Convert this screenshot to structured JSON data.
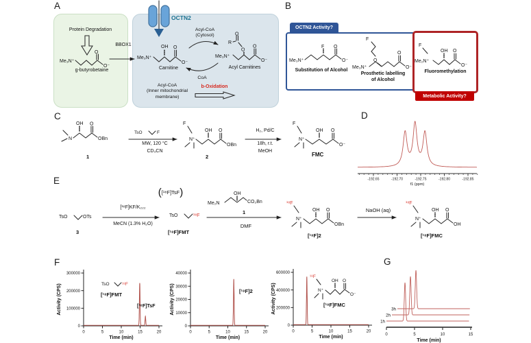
{
  "panels": {
    "a": "A",
    "b": "B",
    "c": "C",
    "d": "D",
    "e": "E",
    "f": "F",
    "g": "G"
  },
  "panelA": {
    "protein_degradation": "Protein Degradation",
    "bbox1": "BBOX1",
    "octn2": "OCTN2",
    "gbb": {
      "n": "Me₃N⁺",
      "o": "O",
      "om": "O⁻",
      "name": "g-butyrobetaine"
    },
    "carnitine": {
      "n": "Me₃N⁺",
      "oh": "OH",
      "o": "O",
      "om": "O⁻",
      "name": "Carnitine"
    },
    "acyl_cytosol_1": "Acyl-CoA",
    "acyl_cytosol_2": "(Cytosol)",
    "acylcarnitine": {
      "r": "R",
      "o_top": "O",
      "o_ester": "O",
      "n": "Me₃N⁺",
      "o": "O",
      "om": "O⁻",
      "name": "Acyl Carnitines"
    },
    "coa": "CoA",
    "acyl_inner_1": "Acyl-CoA",
    "acyl_inner_2": "(Inner mitochondrial",
    "acyl_inner_3": "membrane)",
    "boxidation": "b-Oxidation"
  },
  "panelB": {
    "octn2_tab": "OCTN2 Activity?",
    "metabolic_tab": "Metabolic Activity?",
    "s1": {
      "n": "Me₃N⁺",
      "f": "F",
      "o": "O",
      "om": "O⁻",
      "name": "Substitution of Alcohol"
    },
    "s2": {
      "f": "F",
      "o_link": "O",
      "n": "Me₃N⁺",
      "o": "O",
      "om": "O⁻",
      "name1": "Prosthetic labelling",
      "name2": "of Alcohol"
    },
    "s3": {
      "f": "F",
      "n": "Me₂N⁺",
      "oh": "OH",
      "o": "O",
      "om": "O⁻",
      "name": "Fluoromethylation"
    }
  },
  "panelC": {
    "s1": {
      "n": "N",
      "oh": "OH",
      "o": "O",
      "obn": "OBn",
      "num": "1"
    },
    "arrow1": {
      "tso": "TsO",
      "f": "F",
      "cond1": "MW, 120 °C",
      "cond2": "CD₃CN"
    },
    "s2": {
      "f": "F",
      "n": "N⁺",
      "oh": "OH",
      "o": "O",
      "obn": "OBn",
      "num": "2"
    },
    "arrow2": {
      "cond0": "H₂, Pd/C",
      "cond1": "18h, r.t.",
      "cond2": "MeOH"
    },
    "s3": {
      "f": "F",
      "n": "N⁺",
      "oh": "OH",
      "o": "O",
      "om": "O⁻",
      "name": "FMC"
    }
  },
  "panelE": {
    "s3": {
      "tso": "TsO",
      "ots": "OTs",
      "num": "3"
    },
    "arrow1": {
      "above": "[¹⁸F]KF/K₂₂₂",
      "below": "MeCN (1.3% H₂O)"
    },
    "byproduct": {
      "open": "(",
      "text": "[¹⁸F]TsF",
      "close": ")"
    },
    "fmt": {
      "tso": "TsO",
      "f18": "¹⁸F",
      "name": "[¹⁸F]FMT"
    },
    "cmpd1": {
      "n": "Me₂N",
      "oh": "OH",
      "co2bn": "CO₂Bn",
      "num": "1"
    },
    "arrow2": {
      "below": "DMF"
    },
    "f2": {
      "f18": "¹⁸F",
      "n": "N⁺",
      "oh": "OH",
      "o": "O",
      "obn": "OBn",
      "name": "[¹⁸F]2"
    },
    "arrow3": {
      "above": "NaOH (aq)"
    },
    "fmc": {
      "f18": "¹⁸F",
      "n": "N⁺",
      "oh": "OH",
      "o": "O",
      "oh2": "OH",
      "name": "[¹⁸F]FMC"
    }
  },
  "panelF": {
    "inset1": {
      "tso": "TsO",
      "f18": "¹⁸F"
    },
    "inset3": {
      "f18": "¹⁸F",
      "n": "N⁺",
      "oh": "OH",
      "o": "O",
      "om": "O⁻"
    }
  },
  "chart_data": [
    {
      "id": "nmr-19f",
      "panel": "D",
      "type": "line",
      "description": "19F NMR spectrum of FMC showing a triplet",
      "xlabel": "f1 (ppm)",
      "xlim": [
        -192.6,
        -192.875
      ],
      "x_reversed": true,
      "x_ticks": [
        -192.65,
        -192.7,
        -192.75,
        -192.8,
        -192.85
      ],
      "peak_halfwidth_ppm": 0.005,
      "peaks": [
        {
          "ppm": -192.717,
          "rel_intensity": 0.8
        },
        {
          "ppm": -192.738,
          "rel_intensity": 1.0
        },
        {
          "ppm": -192.759,
          "rel_intensity": 0.8
        }
      ],
      "color": "#c05a55"
    },
    {
      "id": "radio-hplc-fmt",
      "panel": "F",
      "type": "chromatogram",
      "xlabel": "Time (min)",
      "ylabel": "Activity (CPS)",
      "xlim": [
        0,
        20
      ],
      "ylim": [
        0,
        300000
      ],
      "x_ticks": [
        0,
        5,
        10,
        15,
        20
      ],
      "y_ticks": [
        0,
        100000,
        200000,
        300000
      ],
      "peaks": [
        {
          "time_min": 14.9,
          "activity_cps": 240000,
          "label": "[¹⁸F]FMT"
        },
        {
          "time_min": 16.4,
          "activity_cps": 52000,
          "label": "[¹⁸F]TsF"
        }
      ],
      "color": "#b2544e"
    },
    {
      "id": "radio-hplc-2",
      "panel": "F",
      "type": "chromatogram",
      "xlabel": "Time (min)",
      "ylabel": "Activity (CPS)",
      "xlim": [
        0,
        20
      ],
      "ylim": [
        0,
        40000
      ],
      "x_ticks": [
        0,
        5,
        10,
        15,
        20
      ],
      "y_ticks": [
        0,
        10000,
        20000,
        30000,
        40000
      ],
      "peaks": [
        {
          "time_min": 11.6,
          "activity_cps": 35000,
          "label": "[¹⁸F]2"
        }
      ],
      "color": "#b2544e"
    },
    {
      "id": "radio-hplc-fmc",
      "panel": "F",
      "type": "chromatogram",
      "xlabel": "Time (min)",
      "ylabel": "Activity (CPS)",
      "xlim": [
        0,
        20
      ],
      "ylim": [
        0,
        600000
      ],
      "x_ticks": [
        0,
        5,
        10,
        15,
        20
      ],
      "y_ticks": [
        0,
        200000,
        400000,
        600000
      ],
      "peaks": [
        {
          "time_min": 3.6,
          "activity_cps": 545000,
          "label": "[¹⁸F]FMC"
        }
      ],
      "color": "#b2544e"
    },
    {
      "id": "stability-hplc",
      "panel": "G",
      "type": "chromatogram-waterfall",
      "xlabel": "Time (min)",
      "xlim": [
        0,
        15
      ],
      "x_ticks": [
        0,
        5,
        10,
        15
      ],
      "peak_time_min": 3.3,
      "traces": [
        {
          "label": "1h"
        },
        {
          "label": "2h"
        },
        {
          "label": "3h"
        }
      ],
      "color": "#c0615c"
    }
  ],
  "colors": {
    "f18_red": "#d93a30",
    "boxidation_red": "#d6281e",
    "octn2_teal": "#1b7291",
    "panelB_blue": "#2f5597",
    "panelB_red": "#c00000",
    "trace": "#b2544e"
  }
}
